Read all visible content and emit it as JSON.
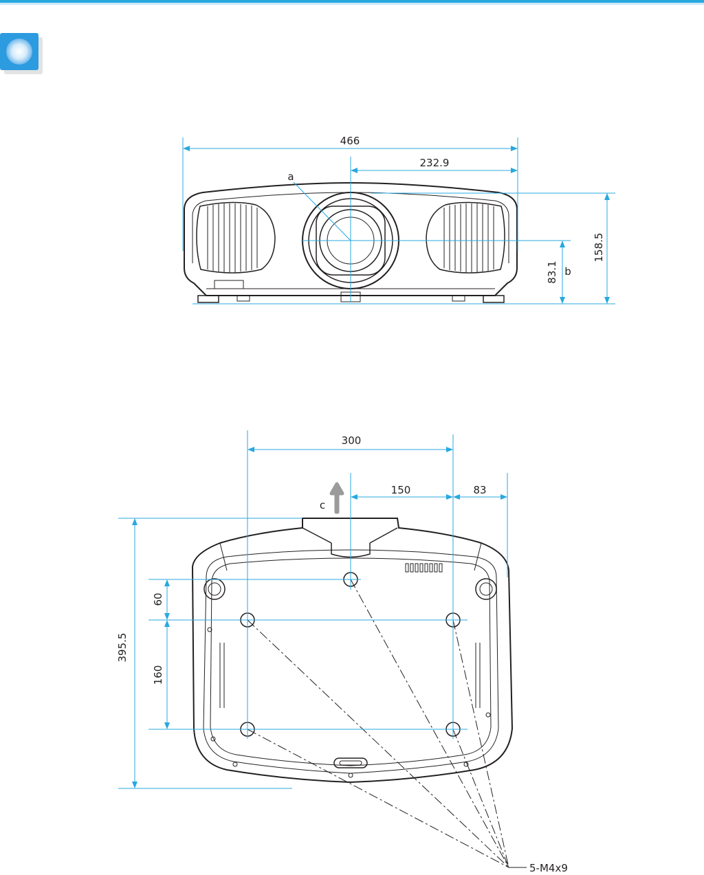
{
  "front_view": {
    "width_total": "466",
    "width_half": "232.9",
    "height_total": "158.5",
    "lens_height": "83.1",
    "callout_a": "a",
    "callout_b": "b"
  },
  "bottom_view": {
    "mount_spacing_x": "300",
    "center_to_mount": "150",
    "mount_to_edge": "83",
    "front_to_row1": "60",
    "row_spacing": "160",
    "depth_total": "395.5",
    "callout_c": "c",
    "screw_spec": "5-M4x9"
  },
  "colors": {
    "accent": "#29a8df",
    "line": "#231f20"
  }
}
